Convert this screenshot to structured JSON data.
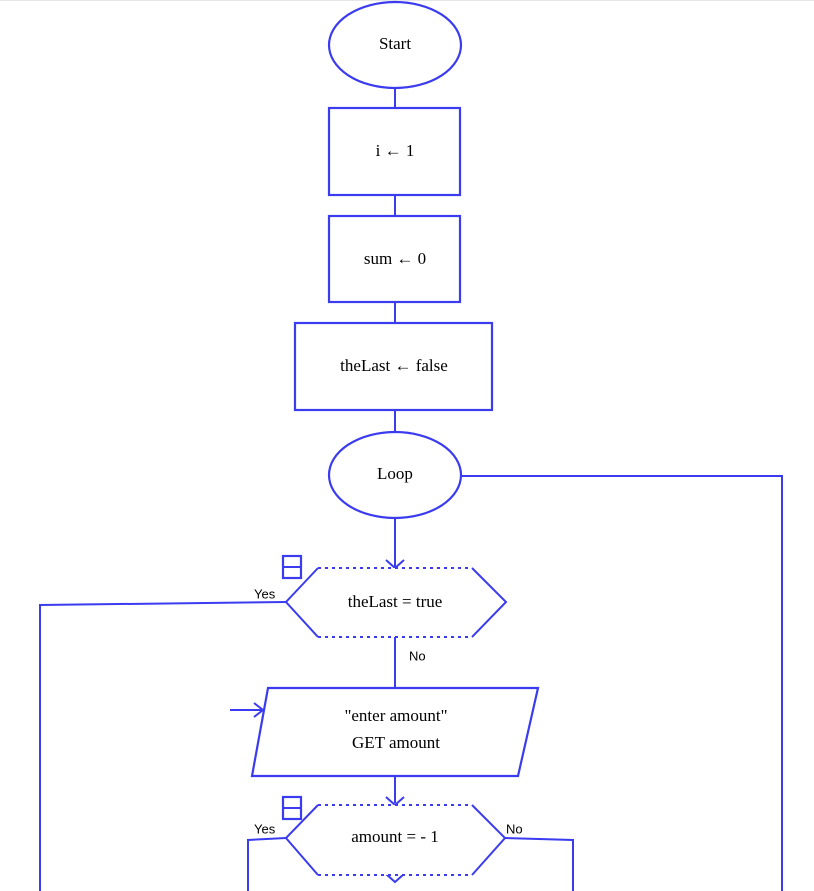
{
  "nodes": {
    "start": "Start",
    "init_i": "i ← 1",
    "init_sum": "sum ← 0",
    "init_last": "theLast ← false",
    "loop": "Loop",
    "decision_last": "theLast = true",
    "input_prompt": "\"enter amount\"",
    "input_get": "GET amount",
    "decision_amount": "amount =  - 1"
  },
  "edges": {
    "last_yes": "Yes",
    "last_no": "No",
    "amount_yes": "Yes",
    "amount_no": "No"
  },
  "colors": {
    "stroke": "#3b3bf0",
    "text": "#000000",
    "background": "#ffffff"
  }
}
